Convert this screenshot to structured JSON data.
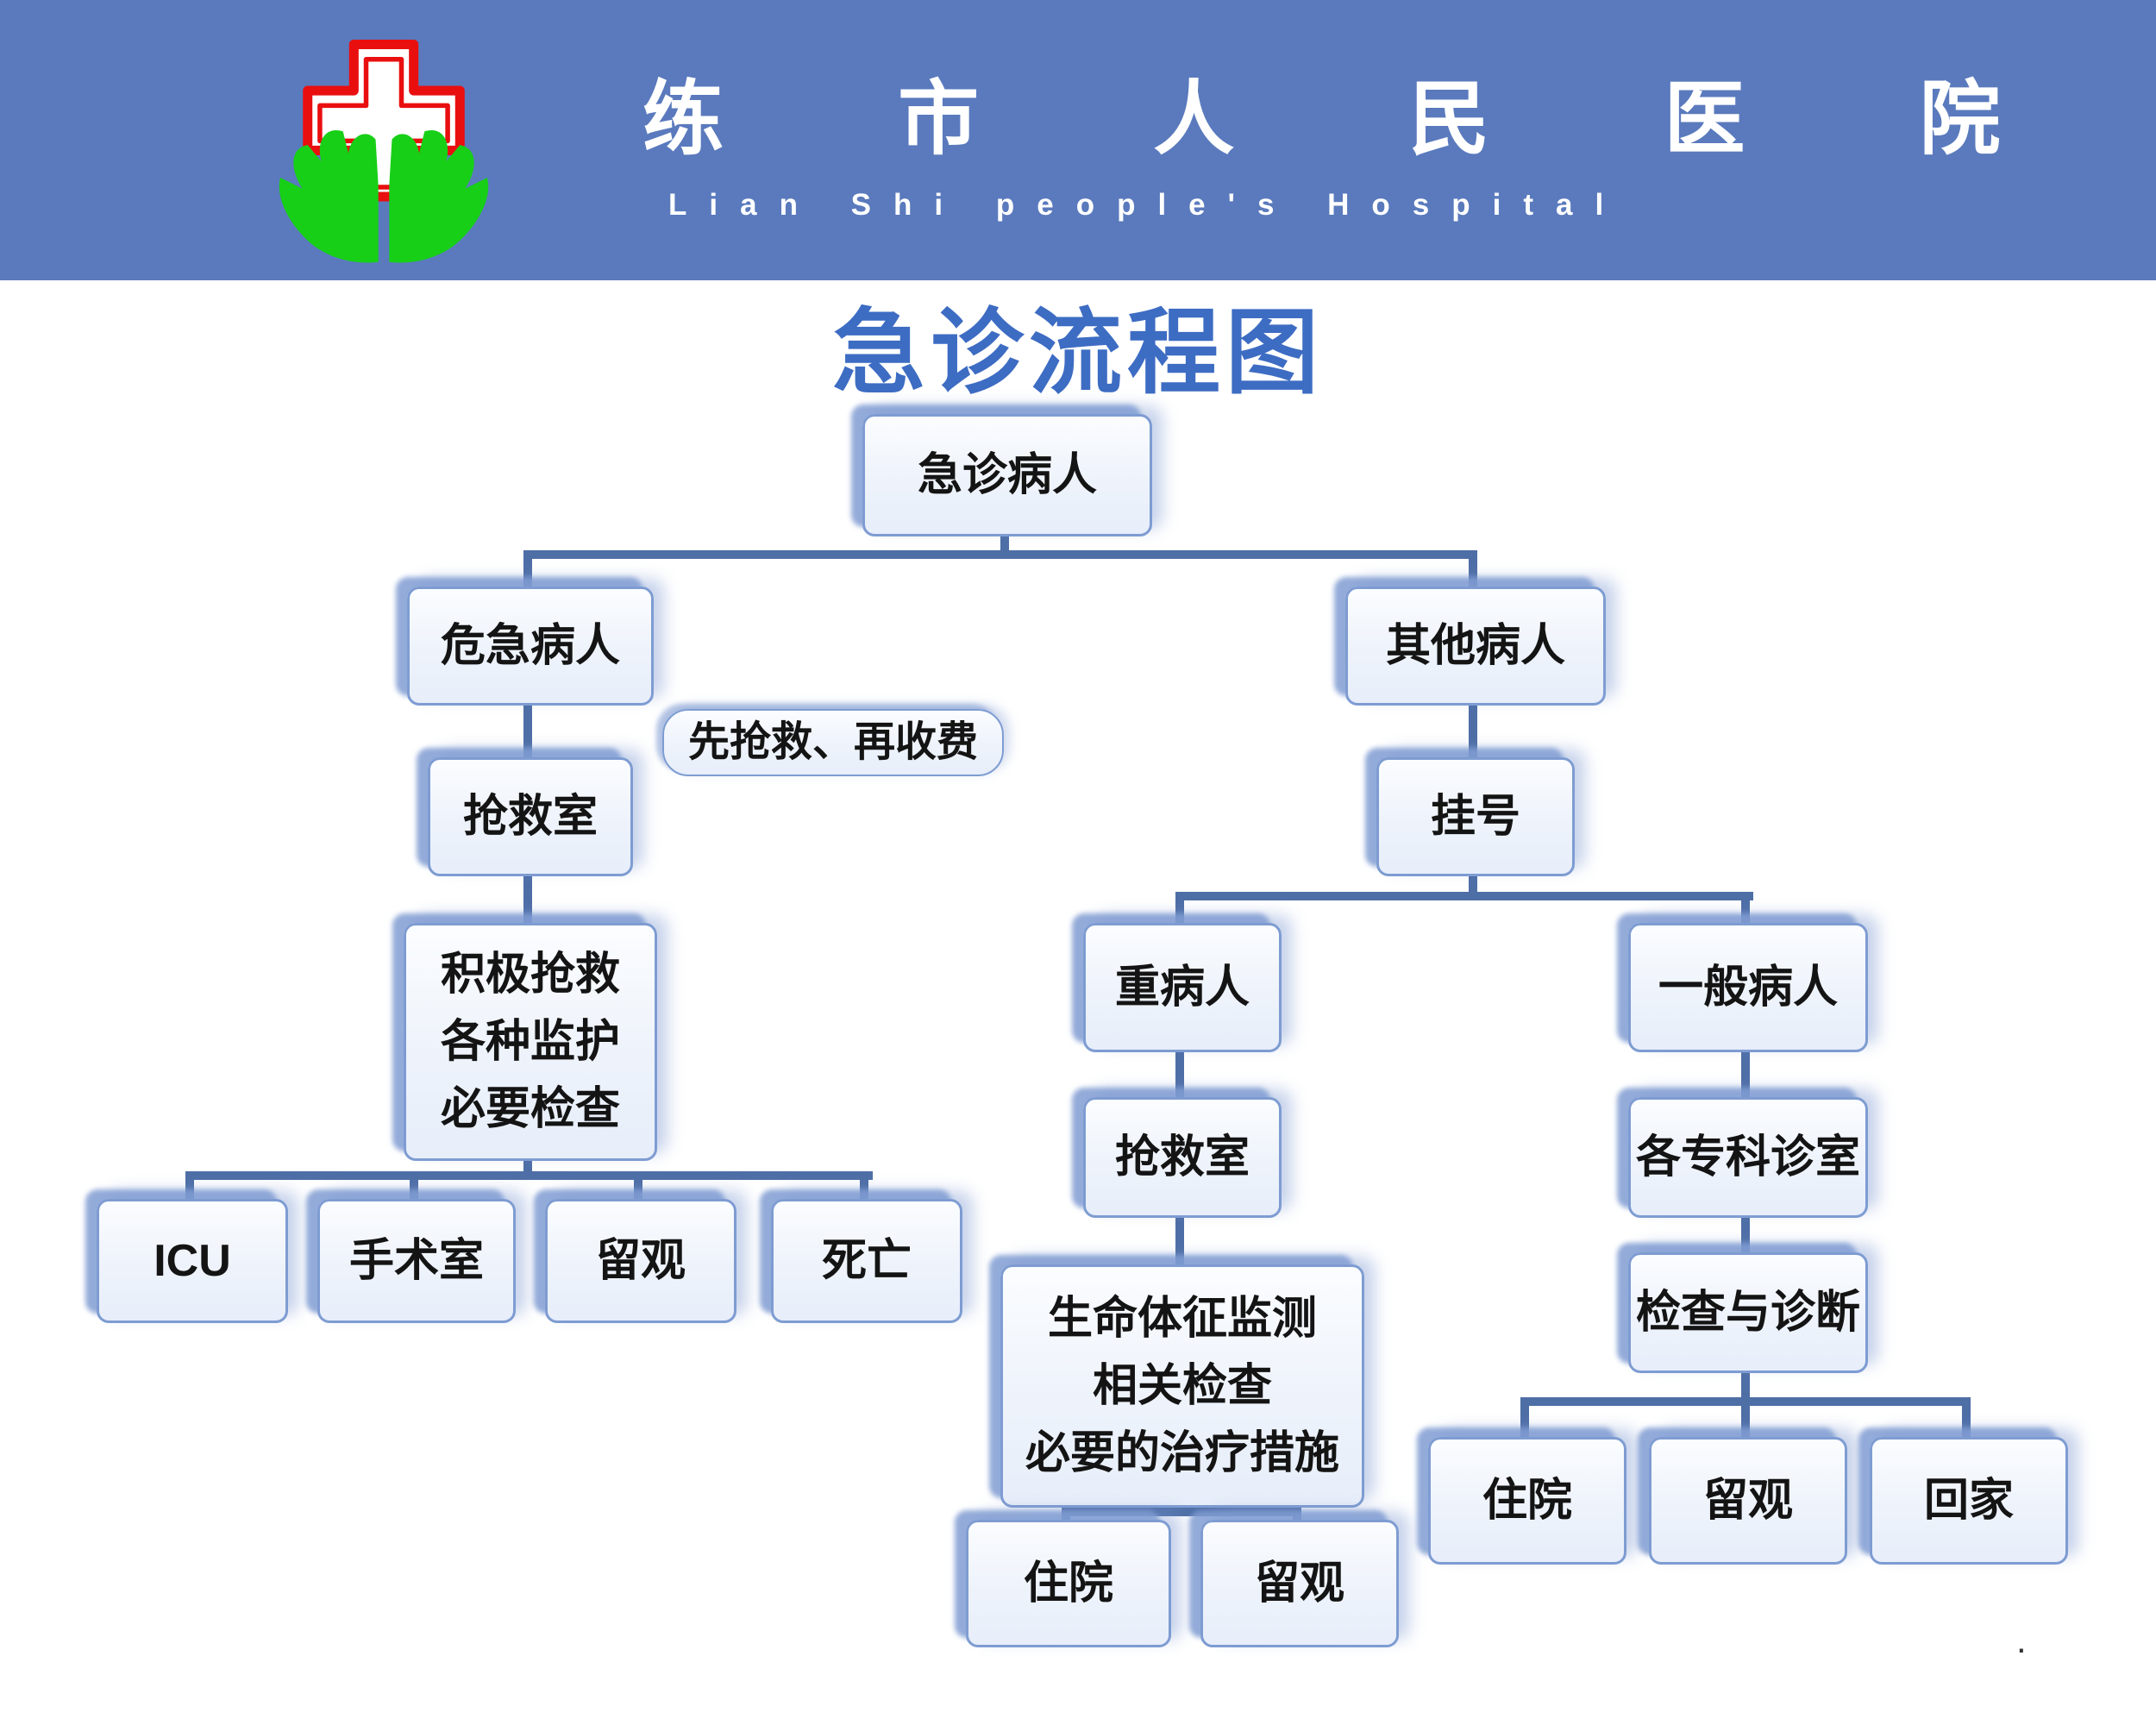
{
  "header": {
    "hospital_name": "练 市 人 民 医 院",
    "hospital_name_en": "Lian Shi people's Hospital",
    "title": "急诊流程图"
  },
  "note": "先抢救、再收费",
  "nodes": {
    "root": "急诊病人",
    "critical": "危急病人",
    "others": "其他病人",
    "rescue_left": "抢救室",
    "register": "挂号",
    "active_rescue": "积极抢救\n各种监护\n必要检查",
    "severe": "重病人",
    "general": "一般病人",
    "icu": "ICU",
    "operating_room": "手术室",
    "observation_left": "留观",
    "death": "死亡",
    "rescue_mid": "抢救室",
    "specialist_clinics": "各专科诊室",
    "vital_monitoring": "生命体征监测\n相关检查\n必要的治疗措施",
    "exam_diagnosis": "检查与诊断",
    "admission_mid": "住院",
    "observation_mid": "留观",
    "admission_right": "住院",
    "observation_right": "留观",
    "home": "回家"
  },
  "colors": {
    "band": "#5a7abd",
    "title_text": "#3d6cc3",
    "connector": "#4e6ea6",
    "node_border": "#7e9cd2",
    "logo_cross": "#e90f0f",
    "logo_hands": "#17cf17"
  },
  "footer": {
    "dot": "."
  }
}
